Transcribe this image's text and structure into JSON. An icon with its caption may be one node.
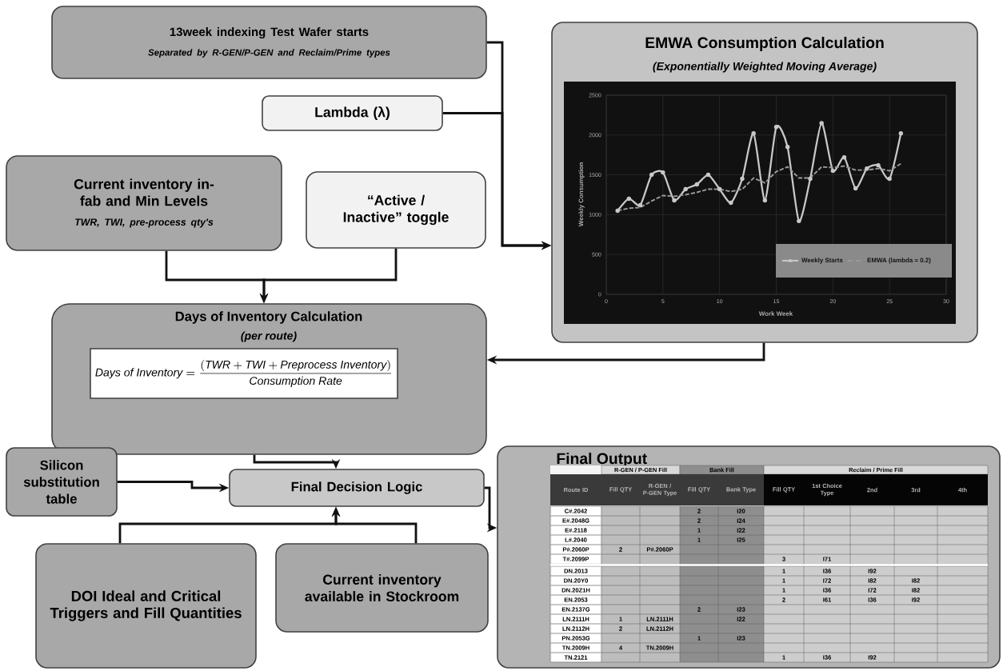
{
  "diagram": {
    "nodes": [
      {
        "text": [
          "13week indexing Test Wafer starts",
          "Separated by R-GEN/P-GEN and Reclaim/Prime types"
        ]
      },
      {
        "text": [
          "Lambda (λ)"
        ]
      },
      {
        "text": [
          "EMWA Consumption Calculation",
          "(Exponentially Weighted Moving Average)"
        ]
      },
      {
        "text": [
          "Current inventory in-fab and Min Levels",
          "TWR, TWI, pre-process qty's"
        ]
      },
      {
        "text": [
          "“Active / Inactive” toggle"
        ]
      },
      {
        "text": [
          "Days of Inventory Calculation",
          "(per route)"
        ]
      },
      {
        "text": [
          "\\mathit{Days\\ of\\ Inventory} = \\frac{\\mathit{(TWR + TWI + Preprocess\\ Inventory)}}{\\mathit{Consumption\\ Rate}}"
        ],
        "in": 5
      },
      {
        "text": [
          "Silicon substitution table"
        ]
      },
      {
        "text": [
          "Final Decision Logic"
        ]
      },
      {
        "text": [
          "DOI Ideal and Critical Triggers and Fill Quantities"
        ]
      },
      {
        "text": [
          "Current inventory available in Stockroom"
        ]
      },
      {
        "text": [
          "Final Output"
        ]
      }
    ],
    "edges": [
      {
        "from": 0,
        "to": 2,
        "arrow": "to"
      },
      {
        "from": 1,
        "to": 2,
        "arrow": "to"
      },
      {
        "from": 3,
        "to": 5,
        "arrow": "to"
      },
      {
        "from": 4,
        "to": 5,
        "arrow": "to"
      },
      {
        "from": 2,
        "to": 5,
        "arrow": "to"
      },
      {
        "from": 5,
        "to": 8,
        "arrow": "to"
      },
      {
        "from": 7,
        "to": 8,
        "arrow": "to"
      },
      {
        "from": 9,
        "to": 8,
        "arrow": "to"
      },
      {
        "from": 10,
        "to": 8,
        "arrow": "to"
      },
      {
        "from": 8,
        "to": 11,
        "arrow": "to"
      }
    ],
    "labels": [
      "R-GEN / P-GEN Fill",
      "Bank Fill",
      "Reclaim / Prime Fill",
      "Route ID",
      "Fill QTY",
      "R-GEN / P-GEN Type",
      "Fill QTY",
      "Bank Type",
      "Fill QTY",
      "1st Choice Type",
      "2nd",
      "3rd",
      "4th",
      "C#.2042",
      "2",
      "I20",
      "E#.2048G",
      "2",
      "I24",
      "E#.2118",
      "1",
      "I22",
      "L#.2040",
      "1",
      "I25",
      "P#.2060P",
      "2",
      "P#.2060P",
      "T#.2099P",
      "3",
      "I71",
      "DN.2013",
      "1",
      "I36",
      "I92",
      "DN.20Y0",
      "1",
      "I72",
      "I82",
      "I82",
      "DN.20Z1H",
      "1",
      "I36",
      "I72",
      "I82",
      "EN.2053",
      "2",
      "I61",
      "I36",
      "I92",
      "EN.2137G",
      "2",
      "I23",
      "LN.2111H",
      "1",
      "LN.2111H",
      "I22",
      "LN.2112H",
      "2",
      "LN.2112H",
      "PN.2053G",
      "1",
      "I23",
      "TN.2009H",
      "4",
      "TN.2009H",
      "TN.2121",
      "1",
      "I36",
      "I92"
    ],
    "chart_data": {
      "type": "line",
      "xlabel": "Work Week",
      "ylabel": "Weekly Consumption",
      "x": [
        1,
        2,
        3,
        4,
        5,
        6,
        7,
        8,
        9,
        10,
        11,
        12,
        13,
        14,
        15,
        16,
        17,
        18,
        19,
        20,
        21,
        22,
        23,
        24,
        25,
        26
      ],
      "series": [
        {
          "name": "Weekly Starts",
          "color": "#c8c8c8",
          "marker": "circle",
          "values": [
            1050,
            1200,
            1120,
            1500,
            1530,
            1180,
            1320,
            1380,
            1500,
            1320,
            1150,
            1450,
            2020,
            1180,
            2100,
            1850,
            920,
            1450,
            2150,
            1550,
            1720,
            1330,
            1580,
            1620,
            1450,
            2020
          ]
        },
        {
          "name": "EMWA (lambda = 0.2)",
          "color": "#9a9a9a",
          "line_style": "dashed",
          "values": [
            1050,
            1080,
            1090,
            1170,
            1240,
            1230,
            1250,
            1280,
            1320,
            1320,
            1290,
            1320,
            1460,
            1400,
            1540,
            1600,
            1460,
            1460,
            1600,
            1590,
            1610,
            1560,
            1560,
            1580,
            1550,
            1640
          ]
        }
      ],
      "xlim": [
        0,
        30
      ],
      "ylim": [
        0,
        2500
      ],
      "grid": true,
      "legend": true,
      "xticks": [
        0,
        5,
        10,
        15,
        20,
        25,
        30
      ],
      "yticks": [
        0,
        500,
        1000,
        1500,
        2000,
        2500
      ]
    }
  }
}
